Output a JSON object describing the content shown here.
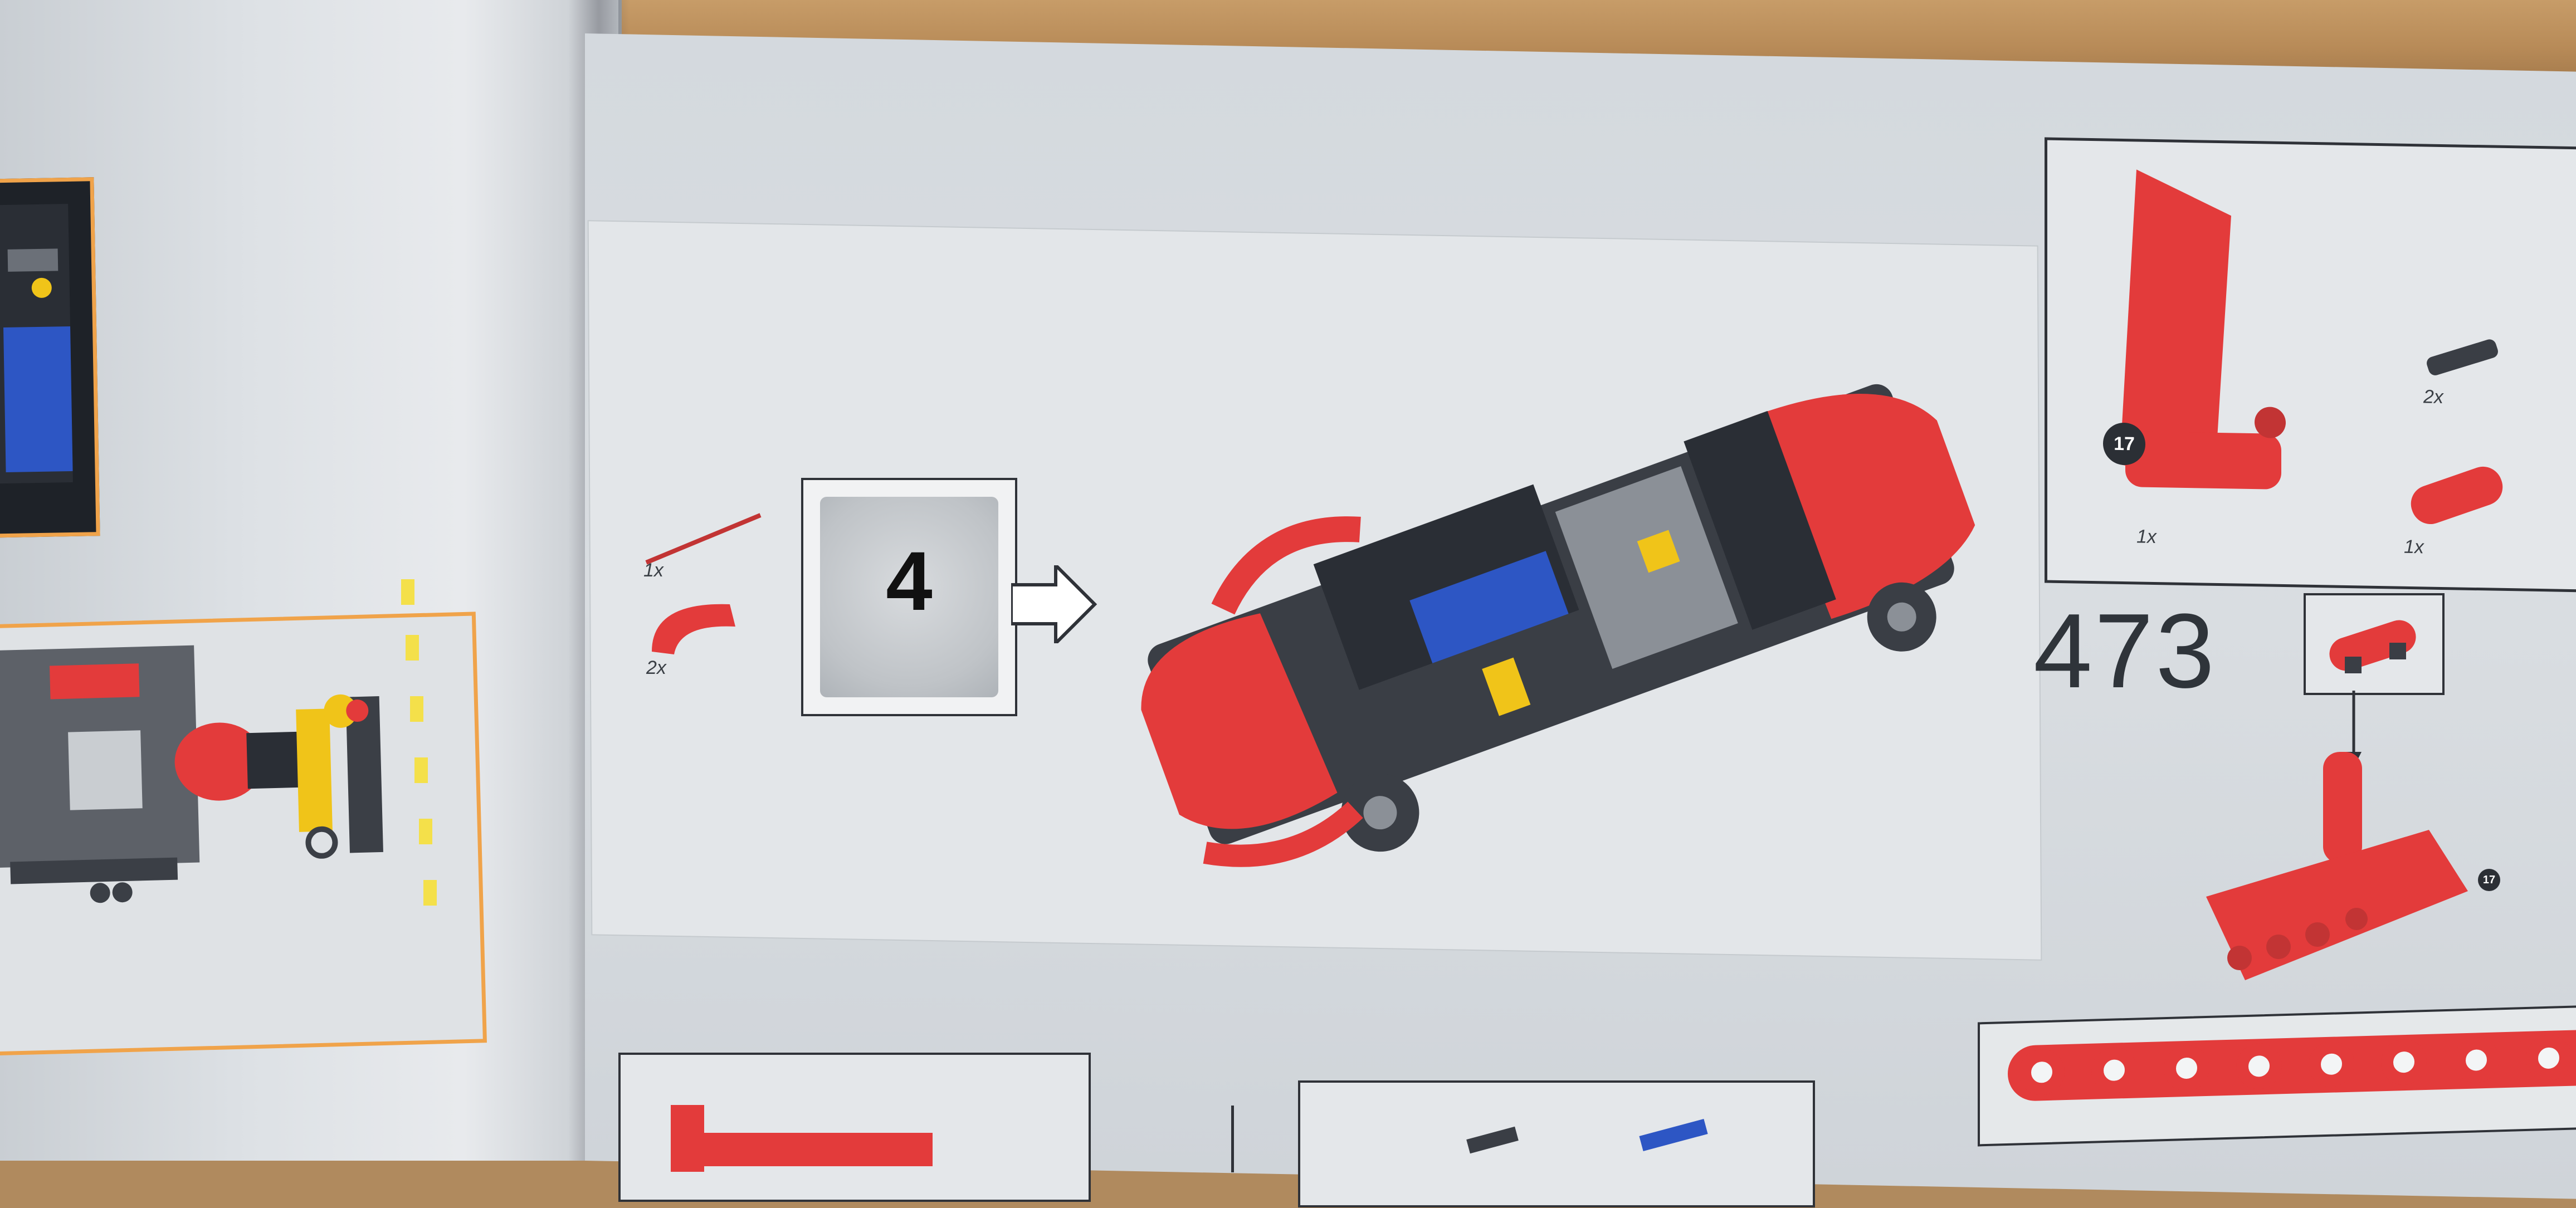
{
  "step": {
    "number": "473"
  },
  "bag": {
    "number": "4"
  },
  "parts_list": {
    "axle_qty": "1x",
    "curve_qty": "2x"
  },
  "sub_assembly": {
    "callout_label": "17",
    "panel_qty": "1x",
    "pin_qty": "2x",
    "beam_qty": "1x"
  },
  "assembly": {
    "callout_label": "17"
  },
  "colors": {
    "lego_red": "#e33b3b",
    "frame_orange": "#f0a34a",
    "page_grey": "#dde1e5",
    "ink": "#2f3238"
  }
}
